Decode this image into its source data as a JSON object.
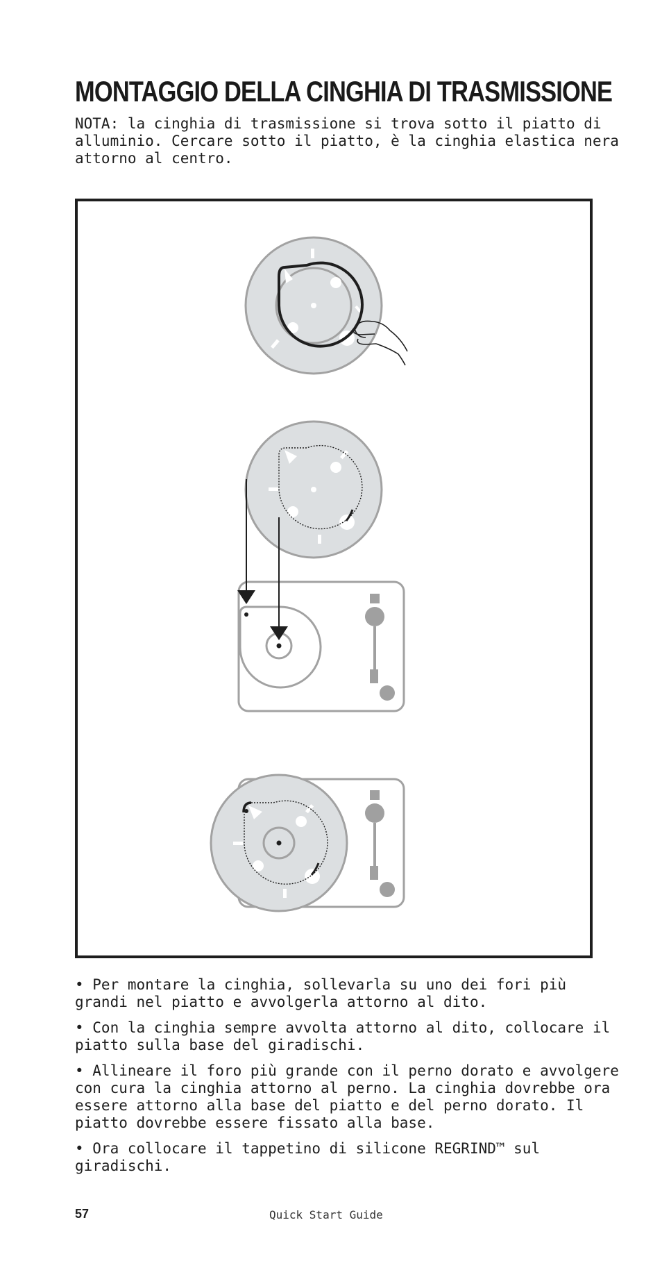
{
  "page": {
    "title": "MONTAGGIO DELLA CINGHIA DI TRASMISSIONE",
    "note": "NOTA: la cinghia di trasmissione si trova sotto il piatto di\nalluminio. Cercare sotto il piatto, è la cinghia elastica nera\nattorno al centro."
  },
  "instructions": [
    "• Per montare la cinghia, sollevarla su uno dei fori più grandi nel piatto e avvolgerla attorno al dito.",
    "• Con la cinghia sempre avvolta attorno al dito, collocare il piatto sulla base del giradischi.",
    "• Allineare il foro più grande con il perno dorato e avvolgere con cura la cinghia attorno al perno. La cinghia dovrebbe ora essere attorno alla base del piatto e del perno dorato. Il piatto dovrebbe essere fissato alla base.",
    "• Ora collocare il tappetino di silicone REGRIND™ sul giradischi."
  ],
  "footer": {
    "page_number": "57",
    "guide_title": "Quick Start Guide"
  },
  "figure": {
    "colors": {
      "platter_fill": "#dcdfe1",
      "outline_gray": "#a2a2a2",
      "dark": "#1e1e1e",
      "part_gray": "#a0a0a0"
    },
    "steps": [
      "belt-on-finger",
      "platter-over-base",
      "belt-around-pulley"
    ]
  }
}
